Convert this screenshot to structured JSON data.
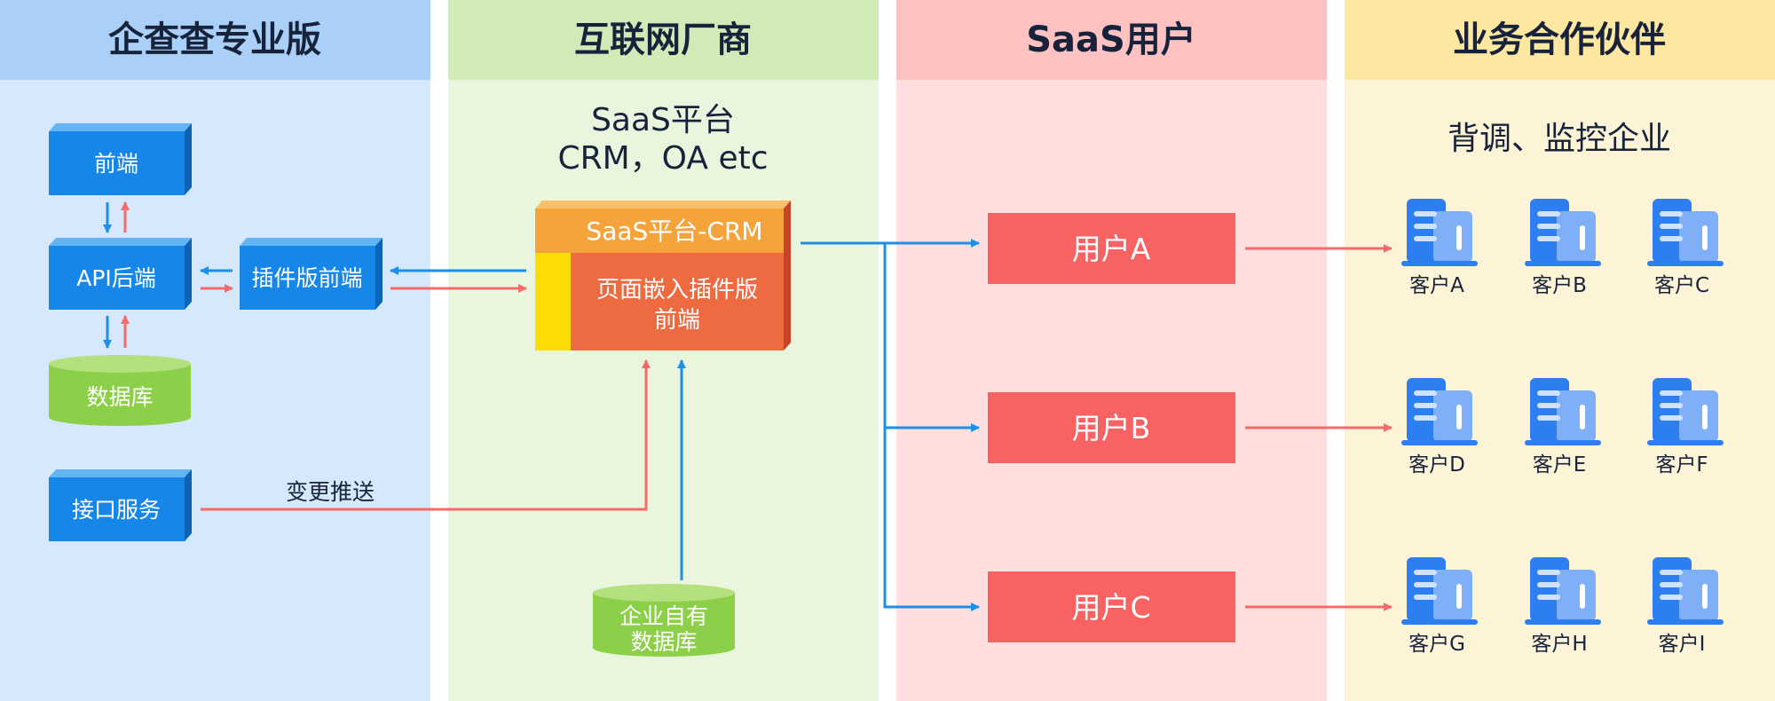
{
  "columns": {
    "qcc": {
      "title": "企查查专业版",
      "bg": "#d6e8fc",
      "header_bg": "#aad0f8"
    },
    "vendor": {
      "title": "互联网厂商",
      "bg": "#eaf5dd",
      "header_bg": "#d0ebb8"
    },
    "saas_user": {
      "title": "SaaS用户",
      "bg": "#ffdede",
      "header_bg": "#ffc2c2"
    },
    "partner": {
      "title": "业务合作伙伴",
      "bg": "#fdf4d8",
      "header_bg": "#fde7a1"
    }
  },
  "qcc": {
    "frontend": "前端",
    "api_backend": "API后端",
    "plugin_frontend": "插件版前端",
    "database": "数据库",
    "interface_service": "接口服务",
    "change_push": "变更推送"
  },
  "vendor": {
    "platform_line1": "SaaS平台",
    "platform_line2": "CRM，OA etc",
    "crm_header": "SaaS平台-CRM",
    "embed_line1": "页面嵌入插件版",
    "embed_line2": "前端",
    "own_db_line1": "企业自有",
    "own_db_line2": "数据库"
  },
  "saas_user": {
    "users": [
      "用户A",
      "用户B",
      "用户C"
    ]
  },
  "partner": {
    "subtitle": "背调、监控企业",
    "clients": [
      "客户A",
      "客户B",
      "客户C",
      "客户D",
      "客户E",
      "客户F",
      "客户G",
      "客户H",
      "客户I"
    ]
  },
  "colors": {
    "blue_box": "#1687e8",
    "blue_box_top": "#62b4f3",
    "blue_box_side": "#0c63b8",
    "green_db": "#8ccf48",
    "user_red": "#f96262",
    "arrow_blue": "#1e8ee6",
    "arrow_red": "#f56b6b",
    "building": "#2d7ef0",
    "building_light": "#7fb0f7",
    "crm_orange": "#f4a43a",
    "crm_body": "#ee6b42",
    "crm_yellow": "#fcdb06"
  }
}
